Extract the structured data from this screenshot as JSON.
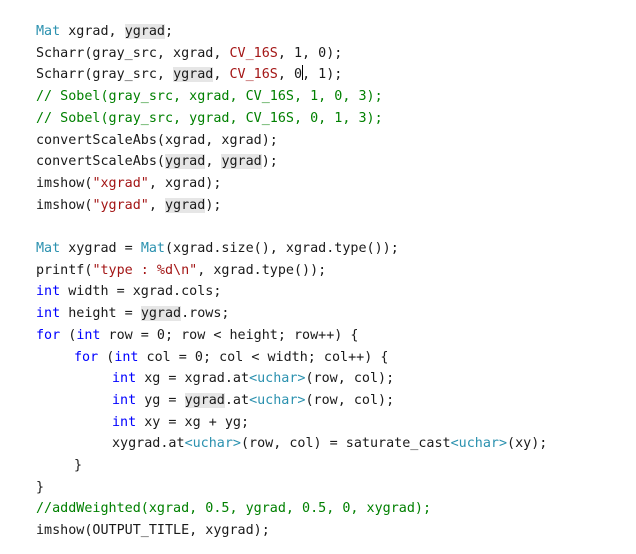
{
  "editor": {
    "lines": [
      [
        {
          "t": "Mat",
          "c": "type"
        },
        {
          "t": " xgrad, ",
          "c": "var"
        },
        {
          "t": "ygrad",
          "c": "var",
          "hl": true
        },
        {
          "t": ";",
          "c": "var"
        }
      ],
      [
        {
          "t": "Scharr(gray_src, xgrad, ",
          "c": "var"
        },
        {
          "t": "CV_16S",
          "c": "str"
        },
        {
          "t": ", 1, 0);",
          "c": "var"
        }
      ],
      [
        {
          "t": "Scharr(gray_src, ",
          "c": "var"
        },
        {
          "t": "ygrad",
          "c": "var",
          "hl": true
        },
        {
          "t": ", ",
          "c": "var"
        },
        {
          "t": "CV_16S",
          "c": "str"
        },
        {
          "t": ", 0",
          "c": "var"
        },
        {
          "t": "",
          "caret": true
        },
        {
          "t": ", 1);",
          "c": "var"
        }
      ],
      [
        {
          "t": "// Sobel(gray_src, xgrad, CV_16S, 1, 0, 3);",
          "c": "cmt"
        }
      ],
      [
        {
          "t": "// Sobel(gray_src, ygrad, CV_16S, 0, 1, 3);",
          "c": "cmt"
        }
      ],
      [
        {
          "t": "convertScaleAbs(xgrad, xgrad);",
          "c": "var"
        }
      ],
      [
        {
          "t": "convertScaleAbs(",
          "c": "var"
        },
        {
          "t": "ygrad",
          "c": "var",
          "hl": true
        },
        {
          "t": ", ",
          "c": "var"
        },
        {
          "t": "ygrad",
          "c": "var",
          "hl": true
        },
        {
          "t": ");",
          "c": "var"
        }
      ],
      [
        {
          "t": "imshow(",
          "c": "var"
        },
        {
          "t": "\"xgrad\"",
          "c": "str"
        },
        {
          "t": ", xgrad);",
          "c": "var"
        }
      ],
      [
        {
          "t": "imshow(",
          "c": "var"
        },
        {
          "t": "\"ygrad\"",
          "c": "str"
        },
        {
          "t": ", ",
          "c": "var"
        },
        {
          "t": "ygrad",
          "c": "var",
          "hl": true
        },
        {
          "t": ");",
          "c": "var"
        }
      ],
      [],
      [
        {
          "t": "Mat",
          "c": "type"
        },
        {
          "t": " xygrad = ",
          "c": "var"
        },
        {
          "t": "Mat",
          "c": "type"
        },
        {
          "t": "(xgrad.size(), xgrad.type());",
          "c": "var"
        }
      ],
      [
        {
          "t": "printf(",
          "c": "var"
        },
        {
          "t": "\"type : %d\\n\"",
          "c": "str"
        },
        {
          "t": ", xgrad.type());",
          "c": "var"
        }
      ],
      [
        {
          "t": "int",
          "c": "kw"
        },
        {
          "t": " width = xgrad.cols;",
          "c": "var"
        }
      ],
      [
        {
          "t": "int",
          "c": "kw"
        },
        {
          "t": " height = ",
          "c": "var"
        },
        {
          "t": "ygrad",
          "c": "var",
          "hl": true
        },
        {
          "t": ".rows;",
          "c": "var"
        }
      ],
      [
        {
          "t": "for",
          "c": "kw"
        },
        {
          "t": " (",
          "c": "var"
        },
        {
          "t": "int",
          "c": "kw"
        },
        {
          "t": " row = 0; row < height; row++) {",
          "c": "var"
        }
      ],
      [
        {
          "t": "for",
          "c": "kw"
        },
        {
          "t": " (",
          "c": "var"
        },
        {
          "t": "int",
          "c": "kw"
        },
        {
          "t": " col = 0; col < width; col++) {",
          "c": "var"
        }
      ],
      [
        {
          "t": "int",
          "c": "kw"
        },
        {
          "t": " xg = xgrad.at",
          "c": "var"
        },
        {
          "t": "<uchar>",
          "c": "type"
        },
        {
          "t": "(row, col);",
          "c": "var"
        }
      ],
      [
        {
          "t": "int",
          "c": "kw"
        },
        {
          "t": " yg = ",
          "c": "var"
        },
        {
          "t": "ygrad",
          "c": "var",
          "hl": true
        },
        {
          "t": ".at",
          "c": "var"
        },
        {
          "t": "<uchar>",
          "c": "type"
        },
        {
          "t": "(row, col);",
          "c": "var"
        }
      ],
      [
        {
          "t": "int",
          "c": "kw"
        },
        {
          "t": " xy = xg + yg;",
          "c": "var"
        }
      ],
      [
        {
          "t": "xygrad.at",
          "c": "var"
        },
        {
          "t": "<uchar>",
          "c": "type"
        },
        {
          "t": "(row, col) = saturate_cast",
          "c": "var"
        },
        {
          "t": "<uchar>",
          "c": "type"
        },
        {
          "t": "(xy);",
          "c": "var"
        }
      ],
      [
        {
          "t": "}",
          "c": "var"
        }
      ],
      [
        {
          "t": "}",
          "c": "var"
        }
      ],
      [
        {
          "t": "//addWeighted(xgrad, 0.5, ygrad, 0.5, 0, xygrad);",
          "c": "cmt"
        }
      ],
      [
        {
          "t": "imshow(OUTPUT_TITLE, xygrad);",
          "c": "var"
        }
      ]
    ],
    "indents": [
      0,
      0,
      0,
      0,
      0,
      0,
      0,
      0,
      0,
      0,
      0,
      0,
      0,
      0,
      0,
      1,
      2,
      2,
      2,
      2,
      1,
      0,
      0,
      0
    ]
  }
}
